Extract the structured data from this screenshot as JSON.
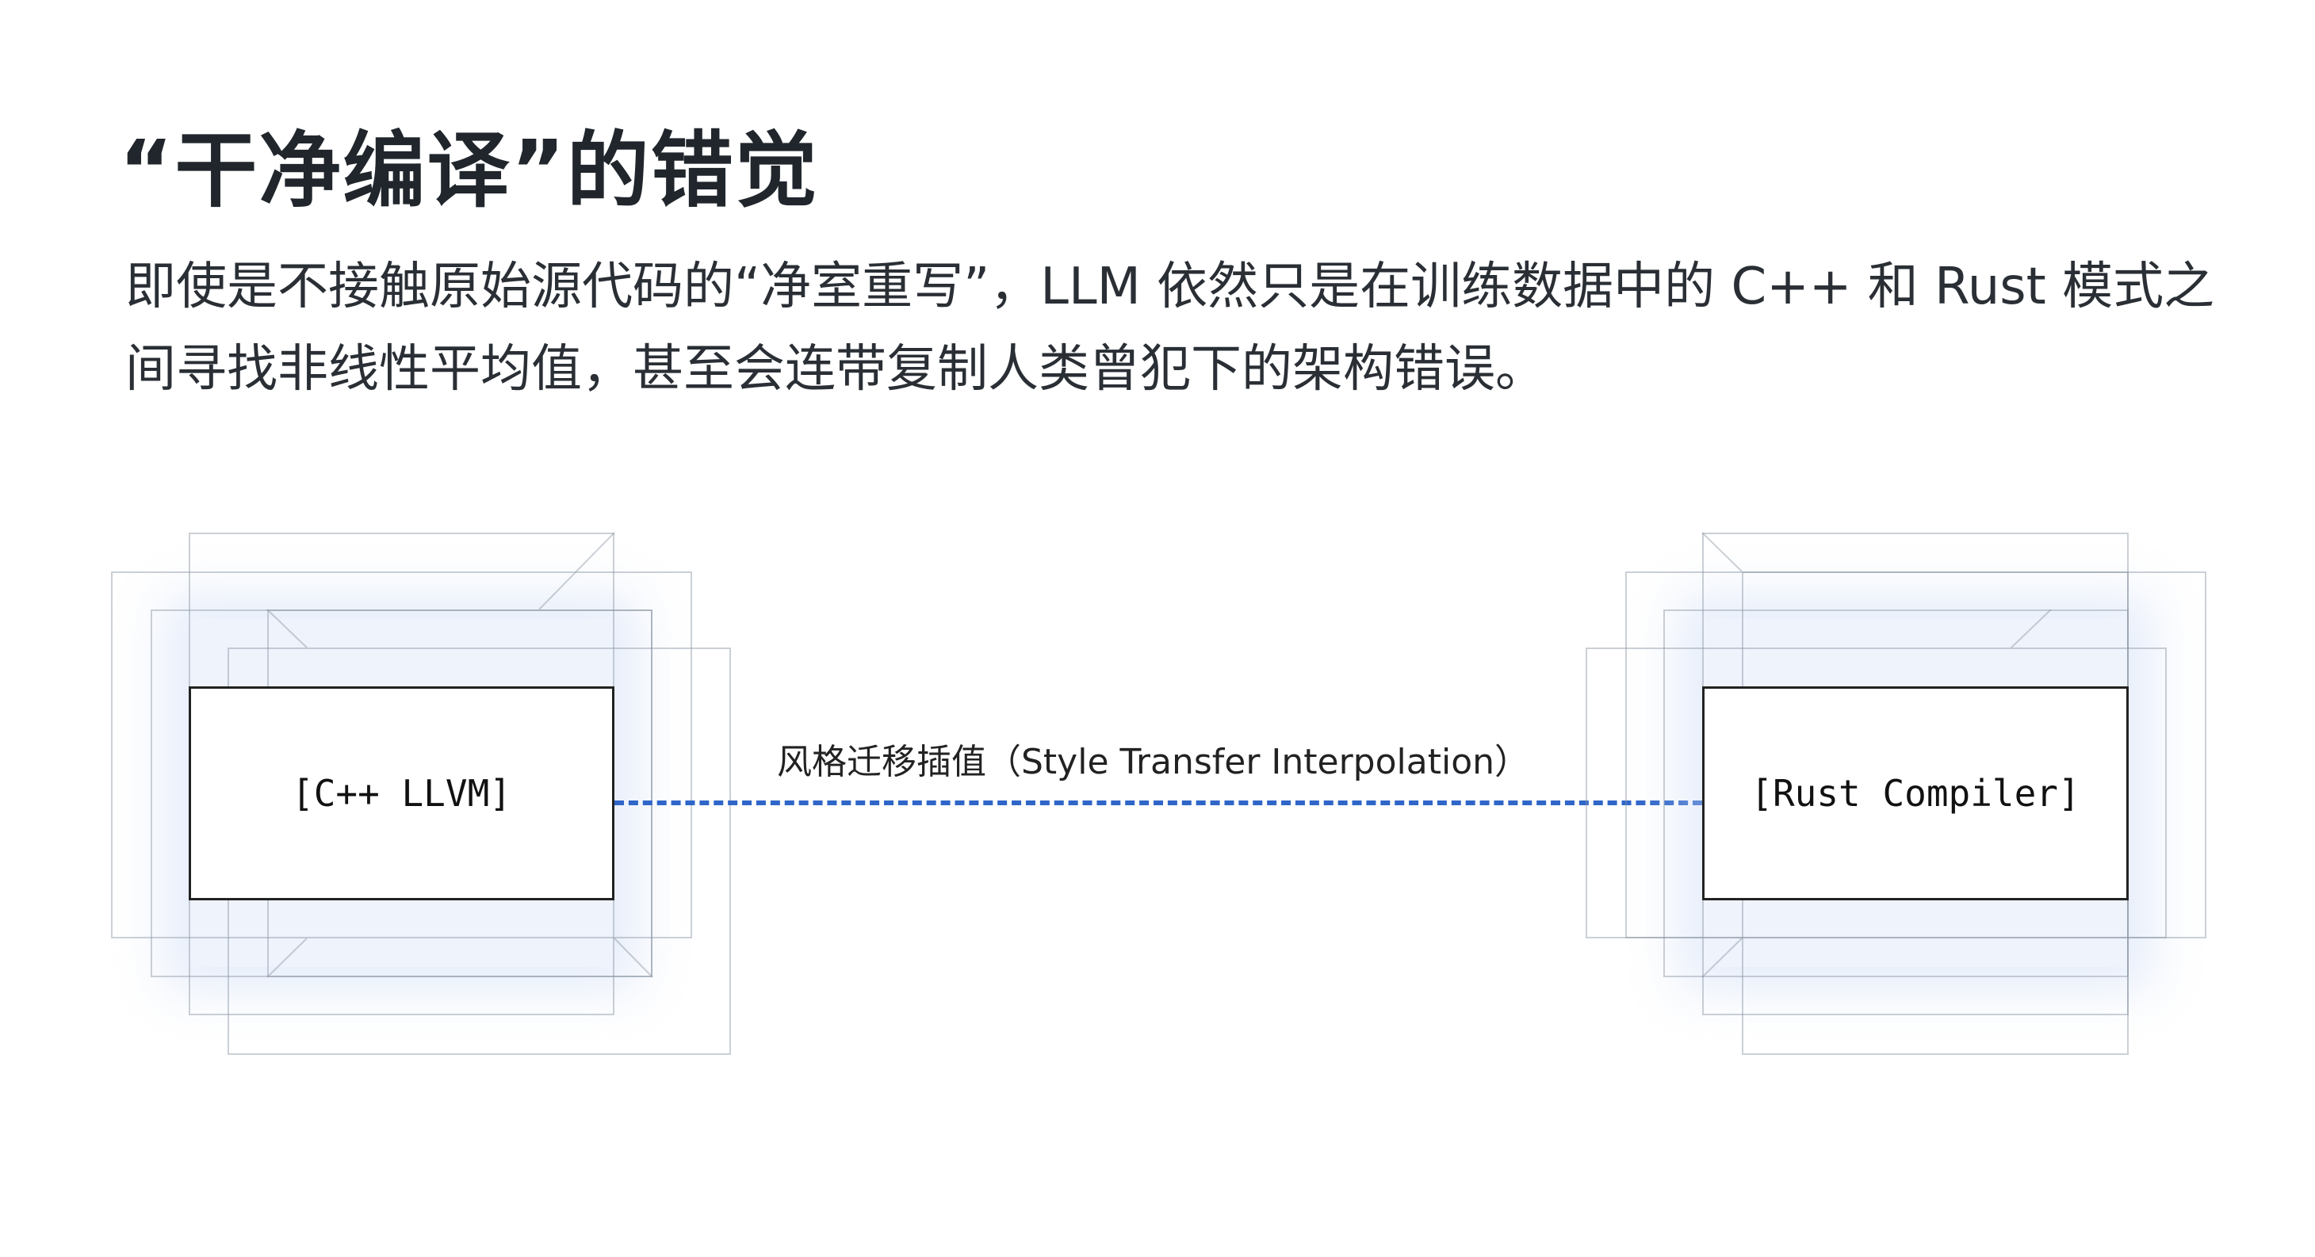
{
  "title": "“干净编译”的错觉",
  "description": "即使是不接触原始源代码的“净室重写”，LLM 依然只是在训练数据中的 C++ 和 Rust 模式之间寻找非线性平均值，甚至会连带复制人类曾犯下的架构错误。",
  "diagram": {
    "left_node": "[C++ LLVM]",
    "right_node": "[Rust Compiler]",
    "edge_label": "风格迁移插值（Style Transfer Interpolation）",
    "edge_color": "#2f66c8"
  }
}
